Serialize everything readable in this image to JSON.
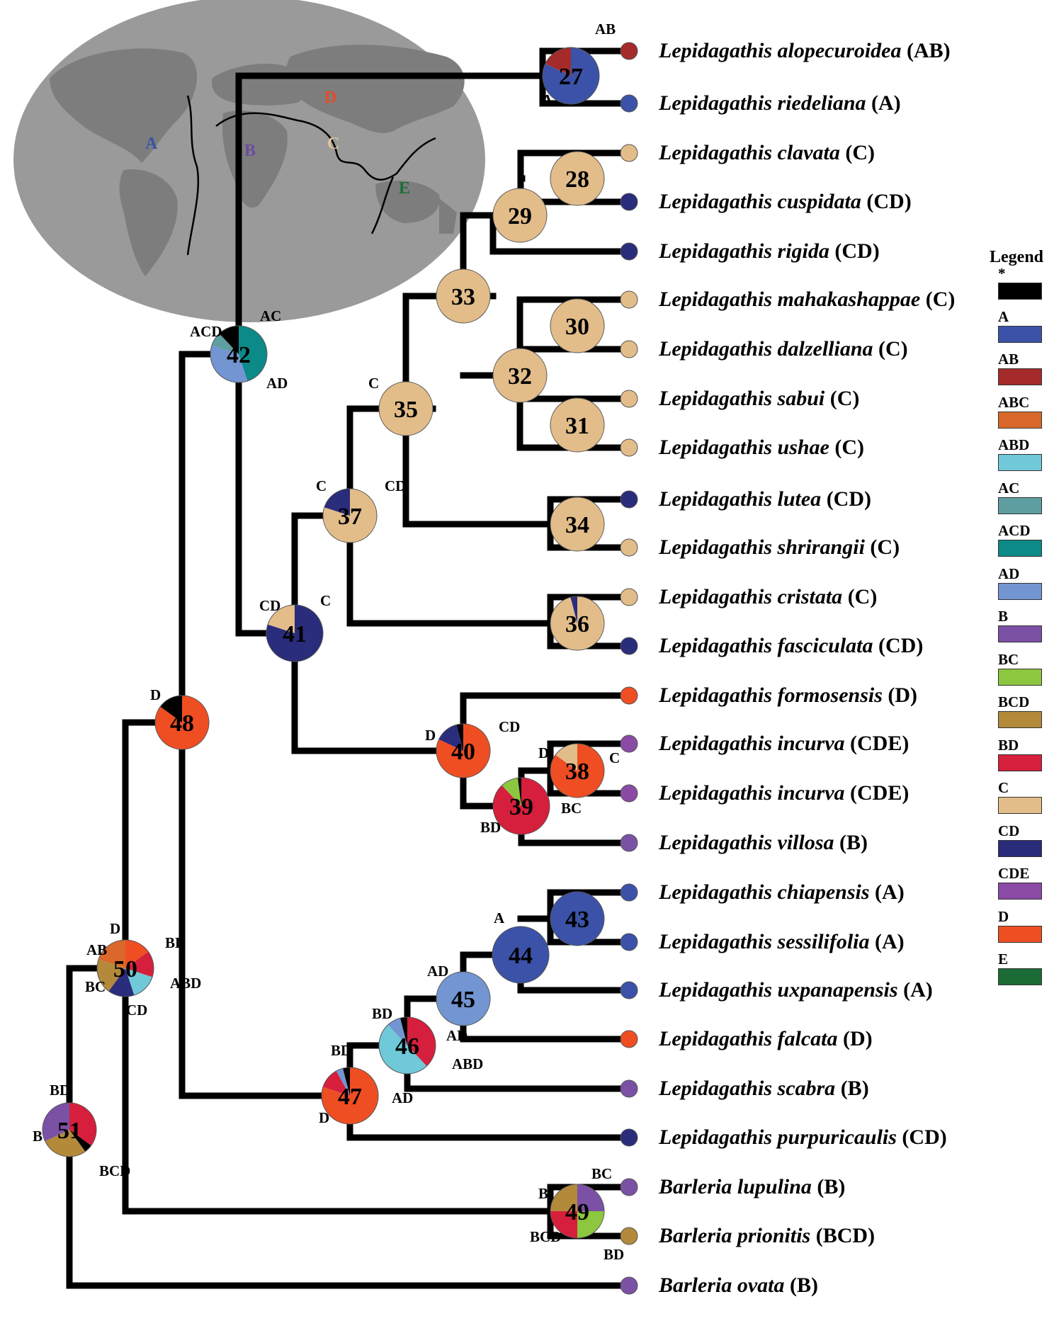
{
  "map": {
    "regions": [
      {
        "label": "A",
        "color": "#3b52a8"
      },
      {
        "label": "B",
        "color": "#6a4c9c"
      },
      {
        "label": "C",
        "color": "#e4c49a"
      },
      {
        "label": "D",
        "color": "#e84a27"
      },
      {
        "label": "E",
        "color": "#1d6b3a"
      }
    ]
  },
  "colors": {
    "*": "#000000",
    "A": "#3b52a8",
    "AB": "#a52a2a",
    "ABC": "#d9682a",
    "ABD": "#6fc9d8",
    "AC": "#5f9ea0",
    "ACD": "#0b8a87",
    "AD": "#7395d1",
    "B": "#7b51a6",
    "BC": "#8dc63f",
    "BCD": "#b3893a",
    "BD": "#d61f3c",
    "C": "#e2bd8a",
    "CD": "#2a2c7c",
    "CDE": "#8b4aa6",
    "D": "#ef4e23",
    "E": "#1a6b36"
  },
  "legend": {
    "title": "Legend",
    "items": [
      "*",
      "A",
      "AB",
      "ABC",
      "ABD",
      "AC",
      "ACD",
      "AD",
      "B",
      "BC",
      "BCD",
      "BD",
      "C",
      "CD",
      "CDE",
      "D",
      "E"
    ]
  },
  "tips": [
    {
      "genus": "Lepidagathis",
      "species": "alopecuroidea",
      "range": "(AB)",
      "area": "AB"
    },
    {
      "genus": "Lepidagathis",
      "species": "riedeliana",
      "range": "(A)",
      "area": "A"
    },
    {
      "genus": "Lepidagathis",
      "species": "clavata",
      "range": "(C)",
      "area": "C"
    },
    {
      "genus": "Lepidagathis",
      "species": "cuspidata",
      "range": "(CD)",
      "area": "CD"
    },
    {
      "genus": "Lepidagathis",
      "species": "rigida",
      "range": "(CD)",
      "area": "CD"
    },
    {
      "genus": "Lepidagathis",
      "species": "mahakashappae",
      "range": "(C)",
      "area": "C"
    },
    {
      "genus": "Lepidagathis",
      "species": "dalzelliana",
      "range": "(C)",
      "area": "C"
    },
    {
      "genus": "Lepidagathis",
      "species": "sabui",
      "range": "(C)",
      "area": "C"
    },
    {
      "genus": "Lepidagathis",
      "species": "ushae",
      "range": "(C)",
      "area": "C"
    },
    {
      "genus": "Lepidagathis",
      "species": "lutea",
      "range": "(CD)",
      "area": "CD"
    },
    {
      "genus": "Lepidagathis",
      "species": "shrirangii",
      "range": "(C)",
      "area": "C"
    },
    {
      "genus": "Lepidagathis",
      "species": "cristata",
      "range": "(C)",
      "area": "C"
    },
    {
      "genus": "Lepidagathis",
      "species": "fasciculata",
      "range": "(CD)",
      "area": "CD"
    },
    {
      "genus": "Lepidagathis",
      "species": "formosensis",
      "range": "(D)",
      "area": "D"
    },
    {
      "genus": "Lepidagathis",
      "species": "incurva",
      "range": "(CDE)",
      "area": "CDE"
    },
    {
      "genus": "Lepidagathis",
      "species": "incurva",
      "range": "(CDE)",
      "area": "CDE"
    },
    {
      "genus": "Lepidagathis",
      "species": "villosa",
      "range": "(B)",
      "area": "B"
    },
    {
      "genus": "Lepidagathis",
      "species": "chiapensis",
      "range": "(A)",
      "area": "A"
    },
    {
      "genus": "Lepidagathis",
      "species": "sessilifolia",
      "range": "(A)",
      "area": "A"
    },
    {
      "genus": "Lepidagathis",
      "species": "uxpanapensis",
      "range": "(A)",
      "area": "A"
    },
    {
      "genus": "Lepidagathis",
      "species": "falcata",
      "range": "(D)",
      "area": "D"
    },
    {
      "genus": "Lepidagathis",
      "species": "scabra",
      "range": "(B)",
      "area": "B"
    },
    {
      "genus": "Lepidagathis",
      "species": "purpuricaulis",
      "range": "(CD)",
      "area": "CD"
    },
    {
      "genus": "Barleria",
      "species": "lupulina",
      "range": "(B)",
      "area": "B"
    },
    {
      "genus": "Barleria",
      "species": "prionitis",
      "range": "(BCD)",
      "area": "BCD"
    },
    {
      "genus": "Barleria",
      "species": "ovata",
      "range": "(B)",
      "area": "B"
    }
  ],
  "nodes": [
    {
      "id": "27",
      "slices": [
        [
          "A",
          0.82
        ],
        [
          "AB",
          0.18
        ]
      ],
      "labels": [
        "AB",
        "A"
      ]
    },
    {
      "id": "28",
      "slices": [
        [
          "C",
          1
        ]
      ],
      "labels": []
    },
    {
      "id": "29",
      "slices": [
        [
          "C",
          1
        ]
      ],
      "labels": []
    },
    {
      "id": "30",
      "slices": [
        [
          "C",
          1
        ]
      ],
      "labels": []
    },
    {
      "id": "31",
      "slices": [
        [
          "C",
          1
        ]
      ],
      "labels": []
    },
    {
      "id": "32",
      "slices": [
        [
          "C",
          1
        ]
      ],
      "labels": []
    },
    {
      "id": "33",
      "slices": [
        [
          "C",
          1
        ]
      ],
      "labels": []
    },
    {
      "id": "34",
      "slices": [
        [
          "C",
          1
        ]
      ],
      "labels": []
    },
    {
      "id": "35",
      "slices": [
        [
          "C",
          1
        ]
      ],
      "labels": [
        "C"
      ]
    },
    {
      "id": "36",
      "slices": [
        [
          "C",
          0.96
        ],
        [
          "CD",
          0.04
        ]
      ],
      "labels": []
    },
    {
      "id": "37",
      "slices": [
        [
          "C",
          0.8
        ],
        [
          "CD",
          0.2
        ]
      ],
      "labels": [
        "C",
        "CD"
      ]
    },
    {
      "id": "38",
      "slices": [
        [
          "D",
          0.85
        ],
        [
          "C",
          0.15
        ]
      ],
      "labels": [
        "D",
        "C"
      ]
    },
    {
      "id": "39",
      "slices": [
        [
          "BD",
          0.88
        ],
        [
          "BC",
          0.1
        ],
        [
          "*",
          0.02
        ]
      ],
      "labels": [
        "BD",
        "BC"
      ]
    },
    {
      "id": "40",
      "slices": [
        [
          "D",
          0.82
        ],
        [
          "CD",
          0.14
        ],
        [
          "*",
          0.04
        ]
      ],
      "labels": [
        "D",
        "CD"
      ]
    },
    {
      "id": "41",
      "slices": [
        [
          "CD",
          0.8
        ],
        [
          "C",
          0.2
        ]
      ],
      "labels": [
        "CD",
        "C"
      ]
    },
    {
      "id": "42",
      "slices": [
        [
          "ACD",
          0.45
        ],
        [
          "AD",
          0.35
        ],
        [
          "AC",
          0.08
        ],
        [
          "*",
          0.12
        ]
      ],
      "labels": [
        "ACD",
        "AC",
        "AD"
      ]
    },
    {
      "id": "43",
      "slices": [
        [
          "A",
          1
        ]
      ],
      "labels": []
    },
    {
      "id": "44",
      "slices": [
        [
          "A",
          1
        ]
      ],
      "labels": [
        "A"
      ]
    },
    {
      "id": "45",
      "slices": [
        [
          "AD",
          1
        ]
      ],
      "labels": [
        "AD"
      ]
    },
    {
      "id": "46",
      "slices": [
        [
          "BD",
          0.38
        ],
        [
          "ABD",
          0.5
        ],
        [
          "AD",
          0.08
        ],
        [
          "*",
          0.04
        ]
      ],
      "labels": [
        "BD",
        "AD",
        "ABD"
      ]
    },
    {
      "id": "47",
      "slices": [
        [
          "D",
          0.8
        ],
        [
          "BD",
          0.12
        ],
        [
          "AD",
          0.04
        ],
        [
          "*",
          0.04
        ]
      ],
      "labels": [
        "BD",
        "AD",
        "D"
      ]
    },
    {
      "id": "48",
      "slices": [
        [
          "D",
          0.85
        ],
        [
          "*",
          0.15
        ]
      ],
      "labels": [
        "D"
      ]
    },
    {
      "id": "49",
      "slices": [
        [
          "B",
          0.25
        ],
        [
          "BC",
          0.25
        ],
        [
          "BD",
          0.25
        ],
        [
          "BCD",
          0.25
        ]
      ],
      "labels": [
        "BC",
        "B",
        "BCD",
        "BD"
      ]
    },
    {
      "id": "50",
      "slices": [
        [
          "D",
          0.15
        ],
        [
          "BD",
          0.15
        ],
        [
          "ABD",
          0.15
        ],
        [
          "CD",
          0.15
        ],
        [
          "BCD",
          0.2
        ],
        [
          "ABC",
          0.2
        ]
      ],
      "labels": [
        "D",
        "BD",
        "AB",
        "ABD",
        "BC",
        "CD"
      ]
    },
    {
      "id": "51",
      "slices": [
        [
          "BD",
          0.35
        ],
        [
          "*",
          0.05
        ],
        [
          "BCD",
          0.28
        ],
        [
          "B",
          0.32
        ]
      ],
      "labels": [
        "BD",
        "B",
        "BCD"
      ]
    }
  ]
}
